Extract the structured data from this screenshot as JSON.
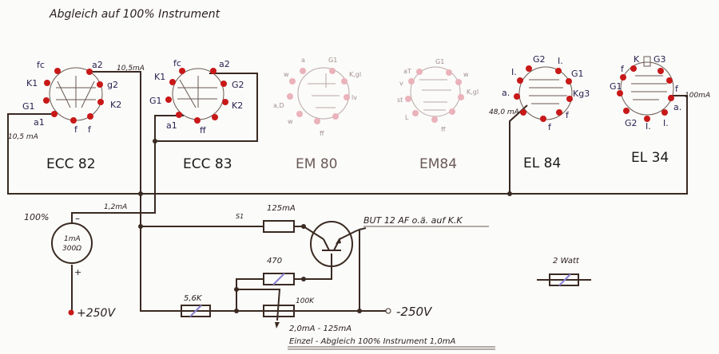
{
  "title": "Abgleich auf 100% Instrument",
  "tubes": [
    {
      "name": "ECC 82",
      "pins": [
        "fc",
        "a2",
        "K1",
        "g2",
        "G1",
        "K2",
        "a1",
        "f",
        "f"
      ],
      "current": "10,5mA",
      "current2": "10,5 mA"
    },
    {
      "name": "ECC 83",
      "pins": [
        "fc",
        "a2",
        "K1",
        "G2",
        "G1",
        "K2",
        "a1",
        "ff"
      ]
    },
    {
      "name": "EM 80",
      "pins": [
        "a",
        "G1",
        "w",
        "K,gl",
        "a,D",
        "lv",
        "w",
        "ff"
      ]
    },
    {
      "name": "EM84",
      "pins": [
        "aT",
        "G1",
        "w",
        "K,gl",
        "v",
        "st",
        "L",
        "ff"
      ]
    },
    {
      "name": "EL 84",
      "pins": [
        "G2",
        "I.",
        "I.",
        "G1",
        "a.",
        "Kg3",
        "f",
        "f"
      ],
      "current": "48,0 mA"
    },
    {
      "name": "EL 34",
      "pins": [
        "K",
        "G3",
        "f",
        "G1",
        "f",
        "a.",
        "G2",
        "I.",
        "I."
      ],
      "current": "100mA"
    }
  ],
  "circuit": {
    "meter_percent": "100%",
    "meter_minus": "–",
    "meter_plus": "+",
    "meter_line1": "1mA",
    "meter_line2": "300Ω",
    "meter_current": "1,2mA",
    "plus_supply": "+250V",
    "minus_supply": "-250V",
    "switch_label": "S1",
    "r_fuse": "125mA",
    "r_470": "470",
    "r_56k": "5,6K",
    "r_100k": "100K",
    "transistor": "BUT 12 AF o.ä. auf K.K",
    "range": "2,0mA - 125mA",
    "note": "Einzel - Abgleich 100% Instrument 1,0mA",
    "legend_label": "2 Watt"
  },
  "colors": {
    "pin": "#c81818",
    "pale_pin": "#eab2ba",
    "wire": "#3a2a22",
    "pin_label": "#2a2050"
  }
}
